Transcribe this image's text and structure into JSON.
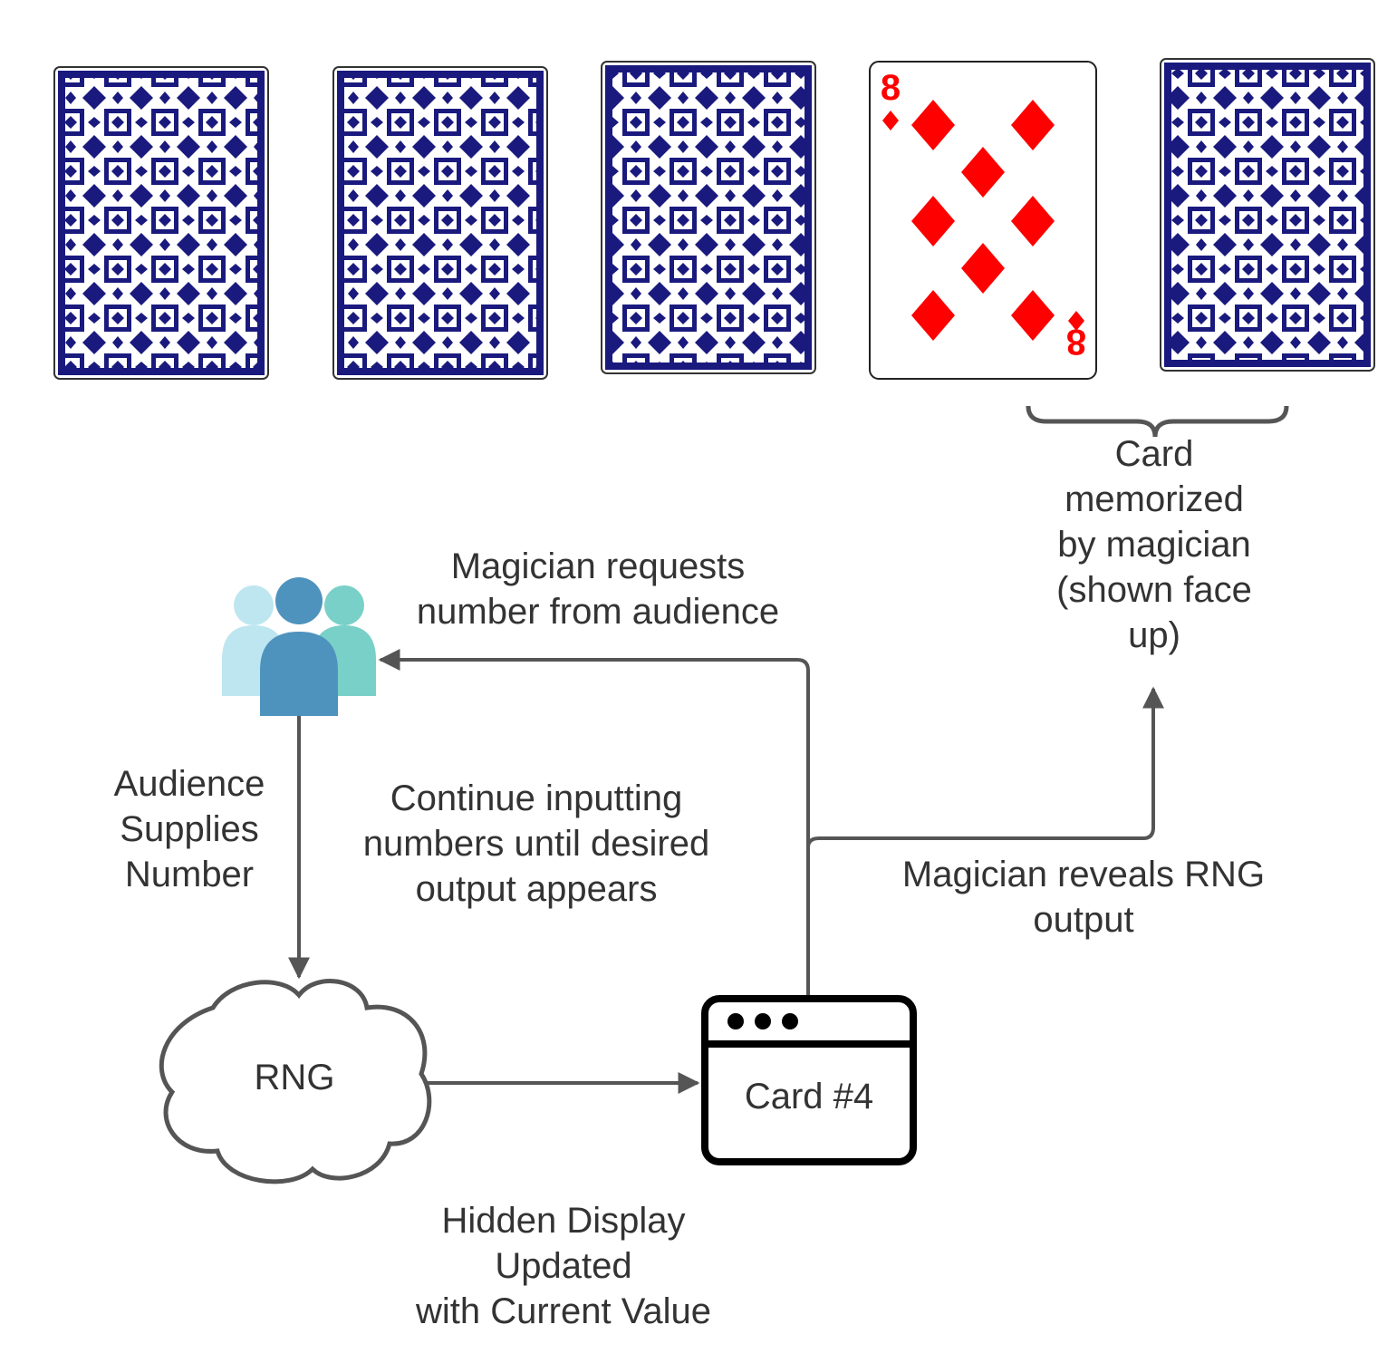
{
  "colors": {
    "card_back": "#1a1a7e",
    "card_face_suit": "#ff0000",
    "arrow": "#555555",
    "text": "#333333",
    "audience_left": "#bde6f0",
    "audience_center": "#4e93bd",
    "audience_right": "#79d0c8"
  },
  "cards": [
    {
      "face": "back"
    },
    {
      "face": "back"
    },
    {
      "face": "back"
    },
    {
      "face": "up",
      "rank": "8",
      "suit": "diamonds",
      "symbol": "♦"
    },
    {
      "face": "back"
    }
  ],
  "labels": {
    "card_memorized": [
      "Card",
      "memorized",
      "by magician",
      "(shown face",
      "up)"
    ],
    "magician_requests": [
      "Magician requests",
      "number from audience"
    ],
    "audience_supplies": [
      "Audience",
      "Supplies",
      "Number"
    ],
    "continue_inputting": [
      "Continue inputting",
      "numbers until desired",
      "output appears"
    ],
    "magician_reveals": [
      "Magician reveals RNG",
      "output"
    ],
    "hidden_display": [
      "Hidden Display",
      "Updated",
      "with Current Value"
    ]
  },
  "nodes": {
    "rng": "RNG",
    "card_window": "Card #4",
    "audience_icon": "users-group-icon"
  }
}
